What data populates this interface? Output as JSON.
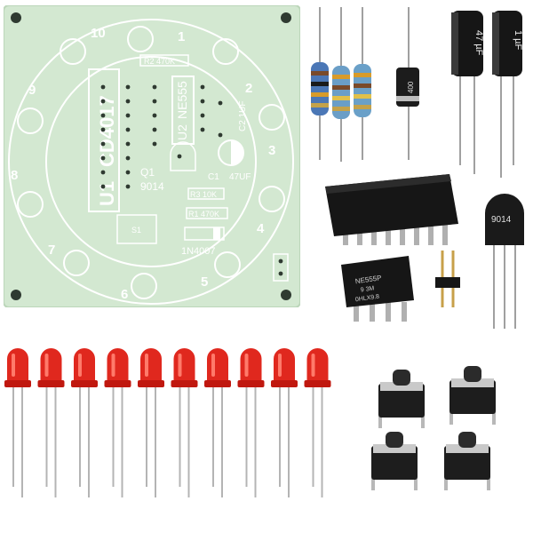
{
  "pcb": {
    "colors": {
      "board": "#d3e8d1",
      "silkscreen": "#ffffff",
      "hole": "#2f3a31"
    },
    "chip_labels": {
      "u1_ref": "U1",
      "u1_part": "CD4017",
      "u2_ref": "U2",
      "u2_part": "NE555"
    },
    "component_labels": {
      "r2": "R2 470K",
      "r3": "R3 10K",
      "r1": "R1 470K",
      "c2": "C2 1UF",
      "c1": "C1",
      "c1_value": "47UF",
      "q1_ref": "Q1",
      "q1_part": "9014",
      "s1": "S1",
      "diode": "1N4007"
    },
    "led_numbers": [
      "1",
      "2",
      "3",
      "4",
      "5",
      "6",
      "7",
      "8",
      "9",
      "10"
    ]
  },
  "parts": {
    "cap_large": "47 µF",
    "cap_small": "1 µF",
    "diode_text": "400",
    "ic_small_line1": "NE555P",
    "ic_small_line2": "9 3M",
    "ic_small_line3": "0HLX9.8",
    "transistor": "9014"
  }
}
